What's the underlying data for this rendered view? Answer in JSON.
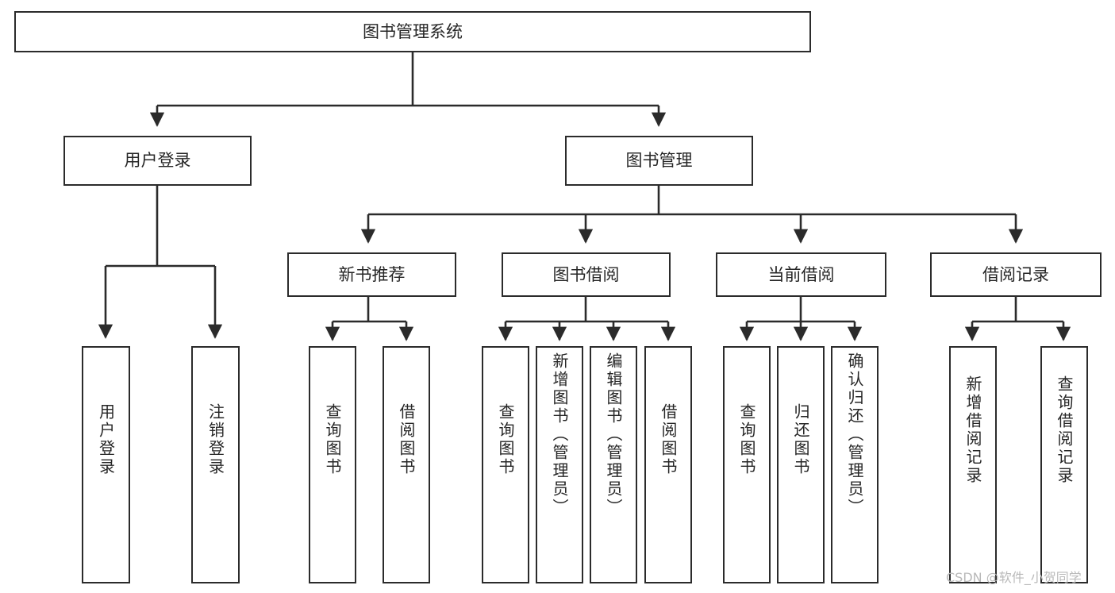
{
  "diagram": {
    "type": "tree-hierarchy-diagram",
    "title": "图书管理系统",
    "watermark": "CSDN @软件_小贺同学",
    "colors": {
      "stroke": "#2b2b2b",
      "fill": "#ffffff",
      "text": "#262626",
      "watermark": "#b9b9b9"
    },
    "nodes": {
      "root": {
        "label": "图书管理系统",
        "level": 1,
        "orientation": "horizontal"
      },
      "user_login": {
        "label": "用户登录",
        "level": 2,
        "orientation": "horizontal"
      },
      "book_manage": {
        "label": "图书管理",
        "level": 2,
        "orientation": "horizontal"
      },
      "new_book_rec": {
        "label": "新书推荐",
        "level": 3,
        "orientation": "horizontal"
      },
      "book_borrow": {
        "label": "图书借阅",
        "level": 3,
        "orientation": "horizontal"
      },
      "current_borrow": {
        "label": "当前借阅",
        "level": 3,
        "orientation": "horizontal"
      },
      "borrow_record": {
        "label": "借阅记录",
        "level": 3,
        "orientation": "horizontal"
      },
      "leaf_user_login": {
        "label": "用户登录",
        "level": 4,
        "orientation": "vertical"
      },
      "leaf_logout": {
        "label": "注销登录",
        "level": 4,
        "orientation": "vertical"
      },
      "leaf_query_book_1": {
        "label": "查询图书",
        "level": 4,
        "orientation": "vertical"
      },
      "leaf_borrow_book_1": {
        "label": "借阅图书",
        "level": 4,
        "orientation": "vertical"
      },
      "leaf_query_book_2": {
        "label": "查询图书",
        "level": 4,
        "orientation": "vertical"
      },
      "leaf_add_book": {
        "label": "新增图书（管理员）",
        "level": 4,
        "orientation": "vertical"
      },
      "leaf_edit_book": {
        "label": "编辑图书（管理员）",
        "level": 4,
        "orientation": "vertical"
      },
      "leaf_borrow_book_2": {
        "label": "借阅图书",
        "level": 4,
        "orientation": "vertical"
      },
      "leaf_query_book_3": {
        "label": "查询图书",
        "level": 4,
        "orientation": "vertical"
      },
      "leaf_return_book": {
        "label": "归还图书",
        "level": 4,
        "orientation": "vertical"
      },
      "leaf_confirm_return": {
        "label": "确认归还（管理员）",
        "level": 4,
        "orientation": "vertical"
      },
      "leaf_add_record": {
        "label": "新增借阅记录",
        "level": 4,
        "orientation": "vertical"
      },
      "leaf_query_record": {
        "label": "查询借阅记录",
        "level": 4,
        "orientation": "vertical"
      }
    },
    "edges": [
      {
        "from": "root",
        "to": "user_login"
      },
      {
        "from": "root",
        "to": "book_manage"
      },
      {
        "from": "user_login",
        "to": "leaf_user_login"
      },
      {
        "from": "user_login",
        "to": "leaf_logout"
      },
      {
        "from": "book_manage",
        "to": "new_book_rec"
      },
      {
        "from": "book_manage",
        "to": "book_borrow"
      },
      {
        "from": "book_manage",
        "to": "current_borrow"
      },
      {
        "from": "book_manage",
        "to": "borrow_record"
      },
      {
        "from": "new_book_rec",
        "to": "leaf_query_book_1"
      },
      {
        "from": "new_book_rec",
        "to": "leaf_borrow_book_1"
      },
      {
        "from": "book_borrow",
        "to": "leaf_query_book_2"
      },
      {
        "from": "book_borrow",
        "to": "leaf_add_book"
      },
      {
        "from": "book_borrow",
        "to": "leaf_edit_book"
      },
      {
        "from": "book_borrow",
        "to": "leaf_borrow_book_2"
      },
      {
        "from": "current_borrow",
        "to": "leaf_query_book_3"
      },
      {
        "from": "current_borrow",
        "to": "leaf_return_book"
      },
      {
        "from": "current_borrow",
        "to": "leaf_confirm_return"
      },
      {
        "from": "borrow_record",
        "to": "leaf_add_record"
      },
      {
        "from": "borrow_record",
        "to": "leaf_query_record"
      }
    ]
  }
}
